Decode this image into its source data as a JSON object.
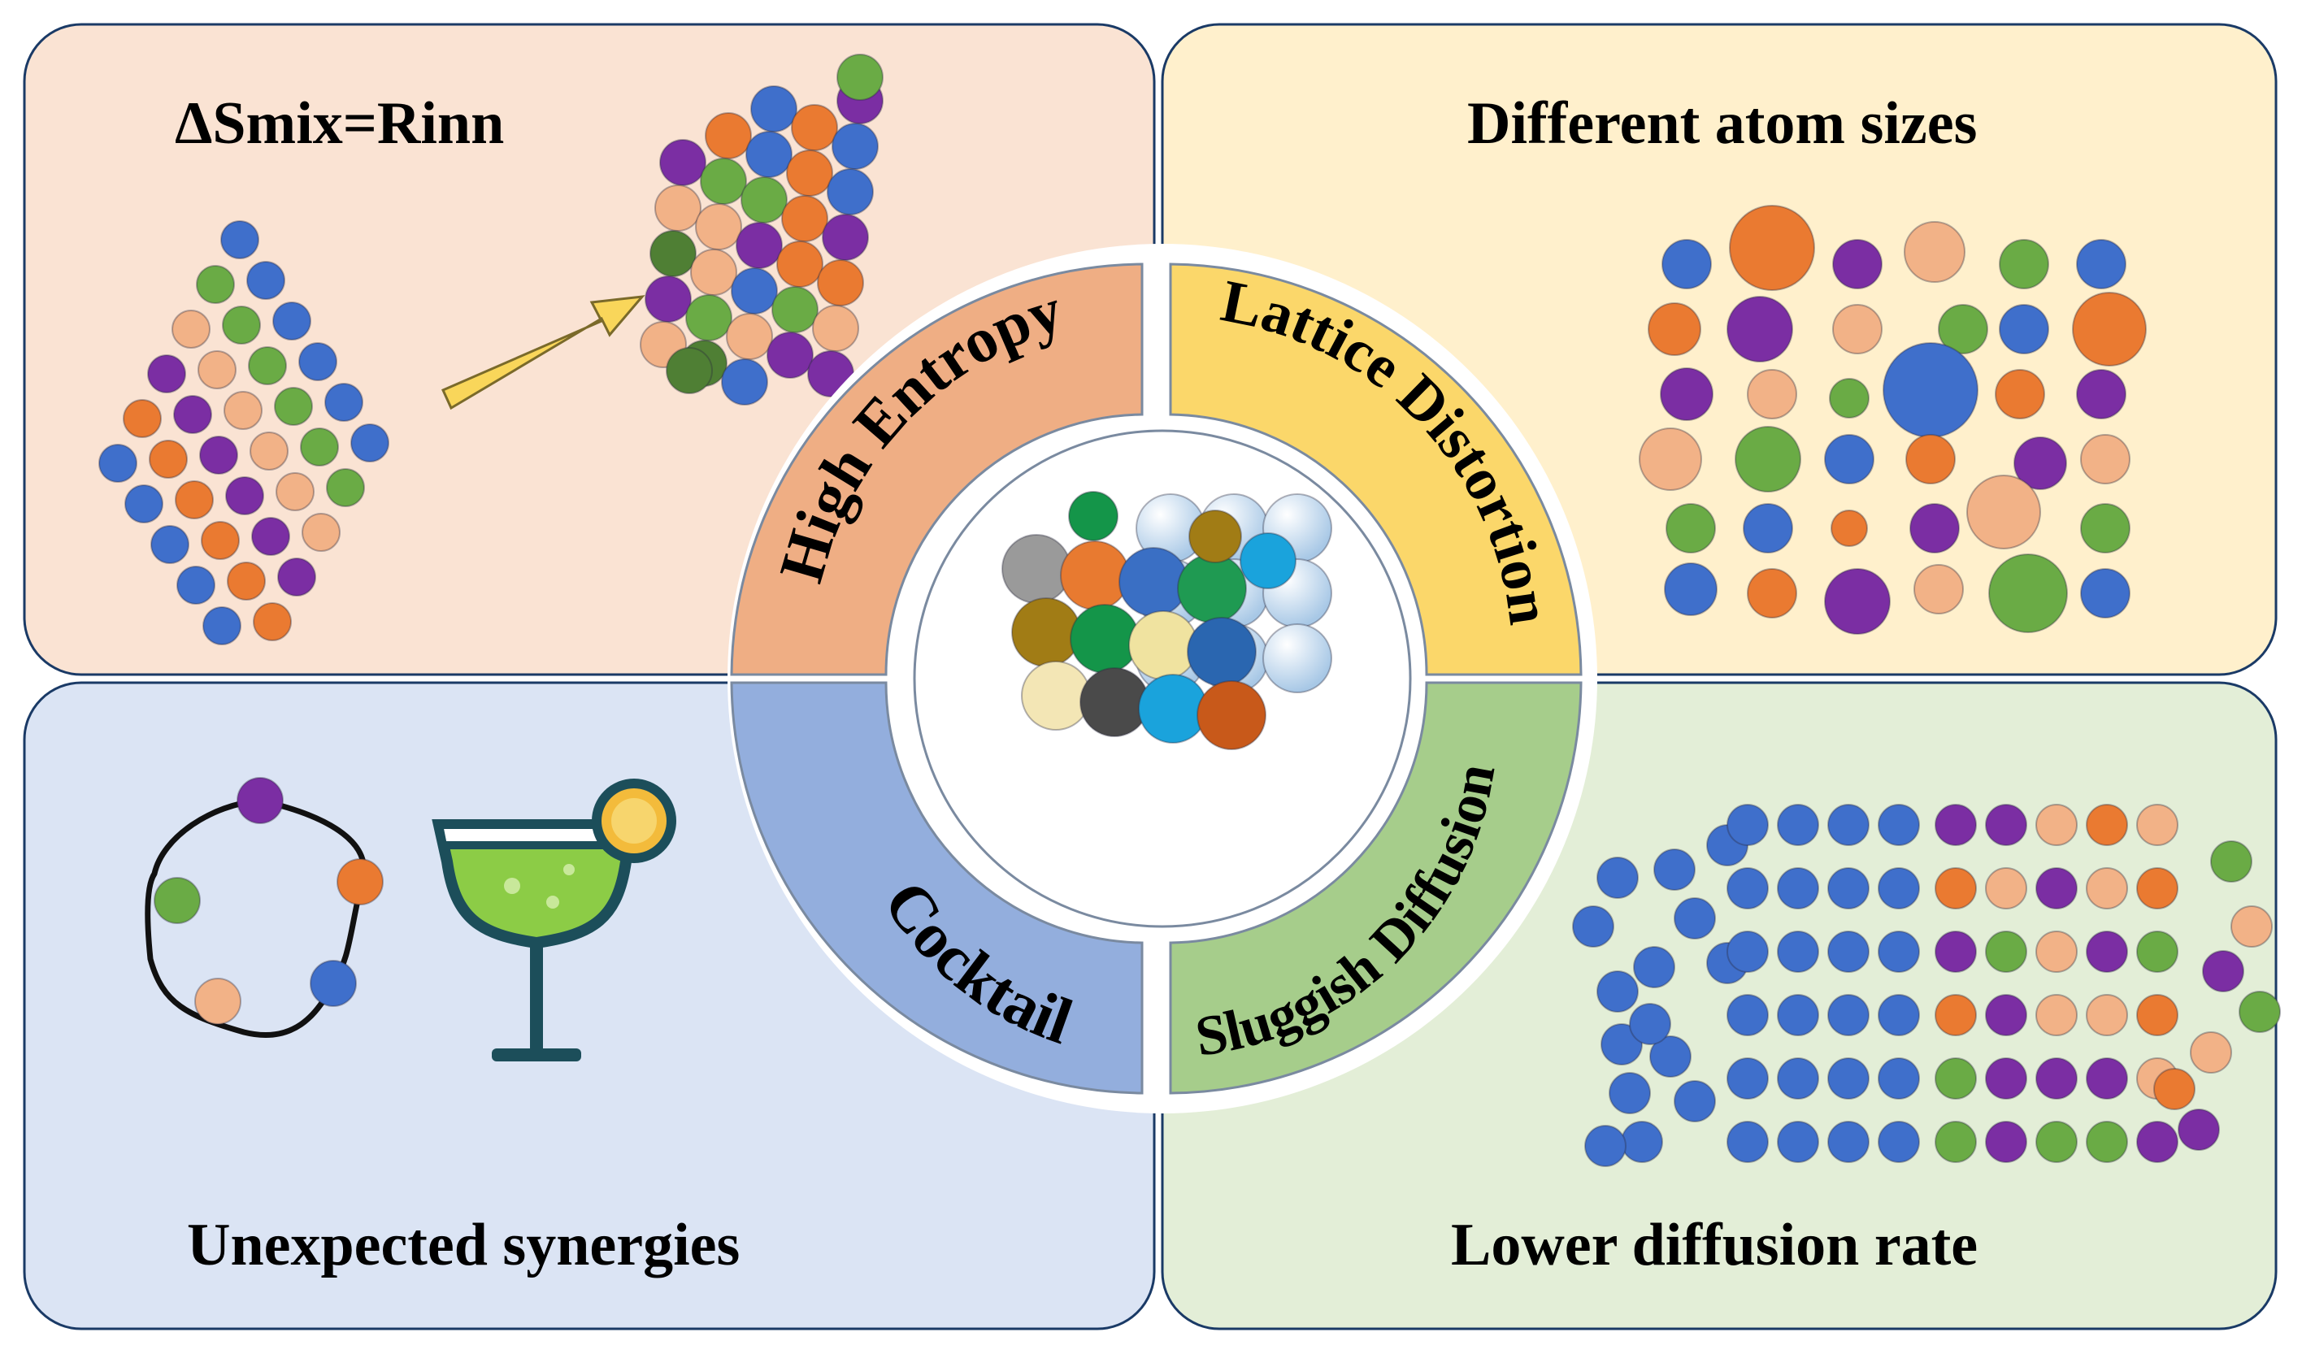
{
  "colors": {
    "orange": "#ea7a31",
    "purple": "#7b2ea3",
    "blue": "#3f6fcb",
    "green": "#6aab45",
    "peach": "#f2b287",
    "darkgreen": "#4f7f34",
    "panel_tl": "#fae3d3",
    "panel_tr": "#fff0cc",
    "panel_bl": "#dbe4f4",
    "panel_br": "#e3eed7",
    "ring_he": "#efae84",
    "ring_ld": "#fbd76a",
    "ring_co": "#93aedd",
    "ring_sd": "#a6cd8b"
  },
  "panels": {
    "top_left": {
      "title": "ΔSmix=Rinn"
    },
    "top_right": {
      "title": "Different atom sizes"
    },
    "bottom_left": {
      "title": "Unexpected synergies"
    },
    "bottom_right": {
      "title": "Lower diffusion rate"
    }
  },
  "ring": {
    "high_entropy": "High Entropy",
    "lattice_distortion": "Lattice Distortion",
    "cocktail": "Cocktail",
    "sluggish_diffusion": "Sluggish Diffusion"
  },
  "icons": [
    "arrow-icon",
    "necklace-icon",
    "cocktail-glass-icon",
    "lemon-slice-icon",
    "atom-cube-icon"
  ]
}
